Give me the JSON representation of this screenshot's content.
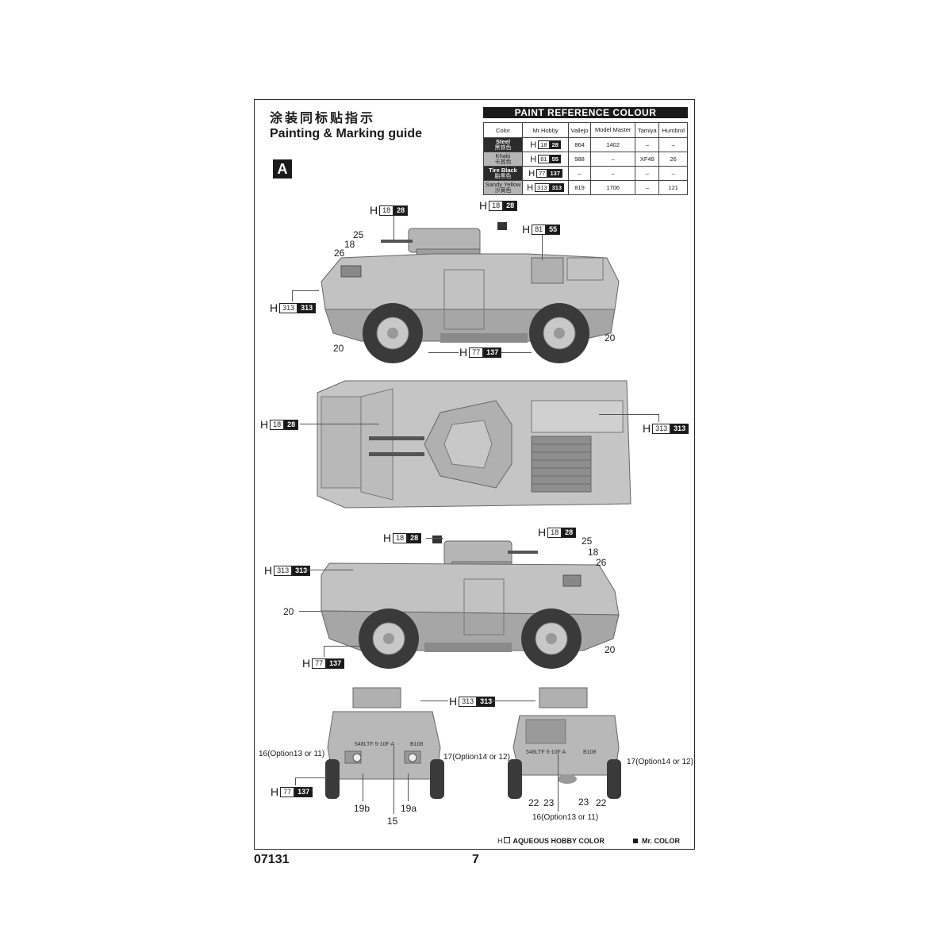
{
  "header": {
    "title_cn": "涂装同标贴指示",
    "title_en": "Painting & Marking guide",
    "scheme_label": "A"
  },
  "paint_table": {
    "title": "PAINT  REFERENCE COLOUR",
    "columns": [
      "Color",
      "Mr.Hobby",
      "Vallejo",
      "Model Master",
      "Tamiya",
      "Humbrol"
    ],
    "rows": [
      {
        "name": "Steel",
        "name_cn": "黑铁色",
        "h": "18",
        "c": "28",
        "vallejo": "864",
        "model_master": "1402",
        "tamiya": "–",
        "humbrol": "–",
        "style": "dark"
      },
      {
        "name": "Khaki",
        "name_cn": "卡其色",
        "h": "81",
        "c": "55",
        "vallejo": "988",
        "model_master": "–",
        "tamiya": "XF49",
        "humbrol": "26",
        "style": "light"
      },
      {
        "name": "Tire Black",
        "name_cn": "胎黑色",
        "h": "77",
        "c": "137",
        "vallejo": "–",
        "model_master": "–",
        "tamiya": "–",
        "humbrol": "–",
        "style": "dark"
      },
      {
        "name": "Sandy Yellow",
        "name_cn": "沙黄色",
        "h": "313",
        "c": "313",
        "vallejo": "819",
        "model_master": "1706",
        "tamiya": "–",
        "humbrol": "121",
        "style": "light"
      }
    ]
  },
  "views": {
    "side_left": {
      "callouts": [
        {
          "h": "18",
          "c": "28",
          "part": "gun barrel"
        },
        {
          "h": "18",
          "c": "28",
          "part": "smoke launcher"
        },
        {
          "h": "81",
          "c": "55",
          "part": "stowage boxes"
        },
        {
          "h": "313",
          "c": "313",
          "part": "hull"
        },
        {
          "h": "77",
          "c": "137",
          "part": "tires"
        }
      ],
      "decals": [
        "25",
        "18",
        "26",
        "20",
        "20"
      ]
    },
    "top": {
      "callouts": [
        {
          "h": "18",
          "c": "28",
          "part": "gun barrels"
        },
        {
          "h": "313",
          "c": "313",
          "part": "hull"
        }
      ]
    },
    "side_right": {
      "callouts": [
        {
          "h": "18",
          "c": "28",
          "part": "smoke launcher"
        },
        {
          "h": "18",
          "c": "28",
          "part": "gun barrel"
        },
        {
          "h": "313",
          "c": "313",
          "part": "hull"
        },
        {
          "h": "77",
          "c": "137",
          "part": "tires"
        }
      ],
      "decals": [
        "25",
        "18",
        "26",
        "20",
        "20"
      ]
    },
    "front": {
      "callouts": [
        {
          "h": "313",
          "c": "313",
          "part": "hull"
        },
        {
          "h": "77",
          "c": "137",
          "part": "tires"
        }
      ],
      "decals": [
        "16(Option13 or 11)",
        "17(Option14 or 12)",
        "19b",
        "15",
        "19a"
      ],
      "plate_left": "548LTF 5-10F A",
      "plate_right": "B108"
    },
    "rear": {
      "decals": [
        "17(Option14 or 12)",
        "22",
        "23",
        "23",
        "22",
        "16(Option13 or 11)"
      ],
      "plate_left": "548LTF 5-10F A",
      "plate_right": "B108"
    }
  },
  "legend": {
    "aqueous": "AQUEOUS HOBBY COLOR",
    "mr_color": "Mr. COLOR",
    "h_mark": "H"
  },
  "footer": {
    "kit_number": "07131",
    "page_number": "7"
  },
  "colors": {
    "hull": "#a9a9a9",
    "hull_light": "#c4c4c4",
    "tire": "#3a3a3a",
    "ink": "#1a1a1a"
  }
}
